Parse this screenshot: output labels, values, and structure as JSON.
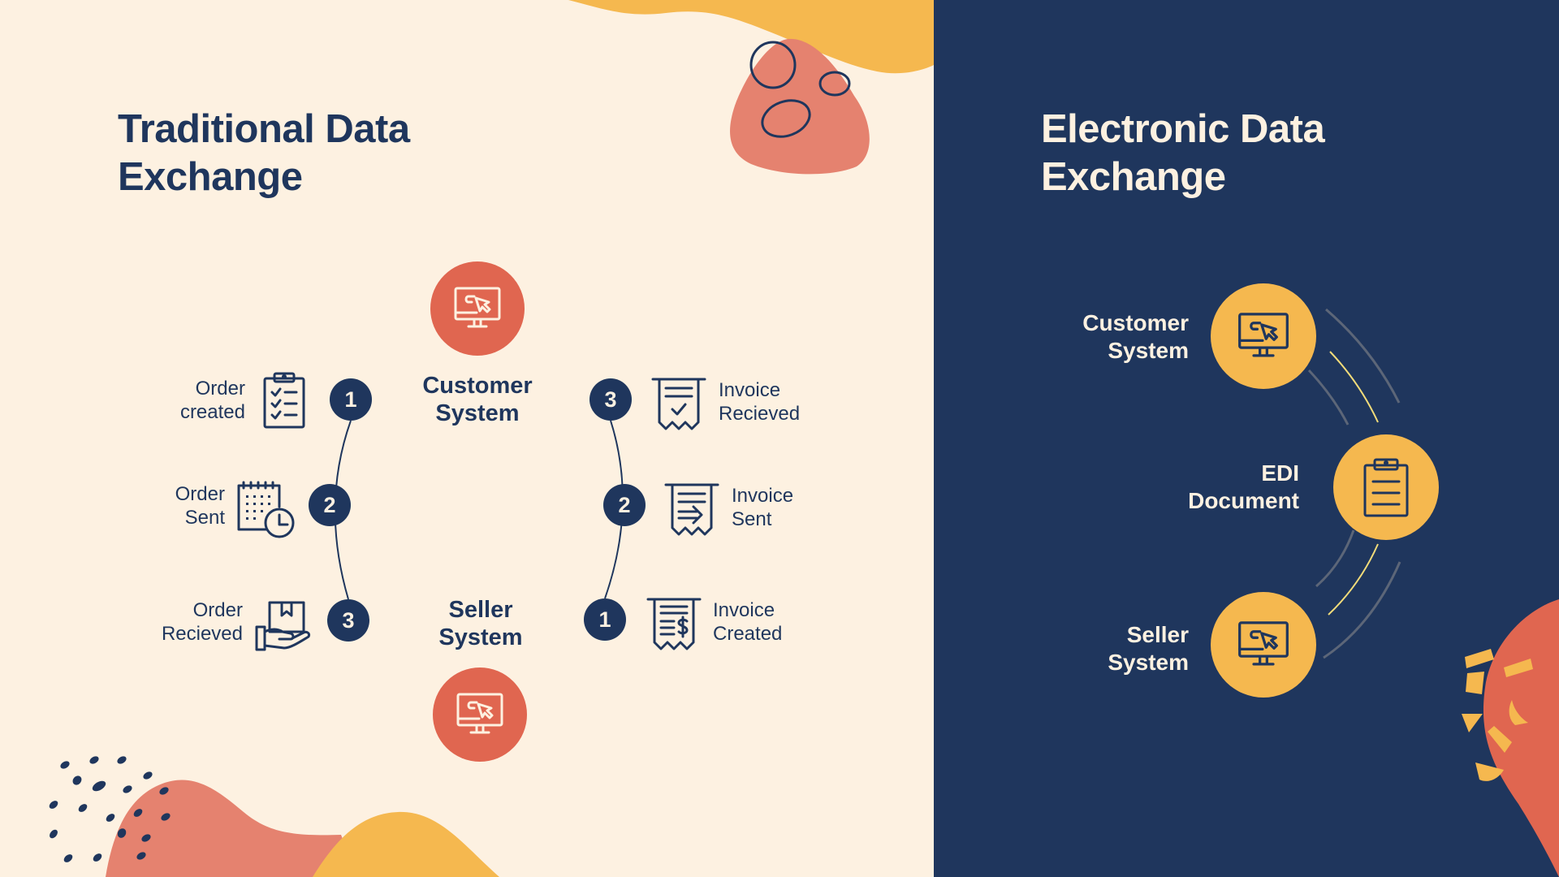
{
  "colors": {
    "cream": "#fdf1e1",
    "navy": "#1f365d",
    "coral": "#e06650",
    "salmon": "#e5826f",
    "yellow": "#f5b84f",
    "arc_gray": "#5c6678",
    "arc_yellow": "#f2dc7a"
  },
  "traditional": {
    "title_line1": "Traditional Data",
    "title_line2": "Exchange",
    "customer_system": {
      "line1": "Customer",
      "line2": "System",
      "icon": "computer-click-icon"
    },
    "seller_system": {
      "line1": "Seller",
      "line2": "System",
      "icon": "computer-click-icon"
    },
    "order_steps": [
      {
        "number": "1",
        "line1": "Order",
        "line2": "created",
        "icon": "clipboard-checklist-icon"
      },
      {
        "number": "2",
        "line1": "Order",
        "line2": "Sent",
        "icon": "calendar-clock-icon"
      },
      {
        "number": "3",
        "line1": "Order",
        "line2": "Recieved",
        "icon": "hand-box-icon"
      }
    ],
    "invoice_steps": [
      {
        "number": "3",
        "line1": "Invoice",
        "line2": "Recieved",
        "icon": "receipt-check-icon"
      },
      {
        "number": "2",
        "line1": "Invoice",
        "line2": "Sent",
        "icon": "receipt-arrow-icon"
      },
      {
        "number": "1",
        "line1": "Invoice",
        "line2": "Created",
        "icon": "receipt-dollar-icon"
      }
    ]
  },
  "electronic": {
    "title_line1": "Electronic Data",
    "title_line2": "Exchange",
    "nodes": [
      {
        "line1": "Customer",
        "line2": "System",
        "icon": "computer-click-icon"
      },
      {
        "line1": "EDI",
        "line2": "Document",
        "icon": "clipboard-document-icon"
      },
      {
        "line1": "Seller",
        "line2": "System",
        "icon": "computer-click-icon"
      }
    ]
  }
}
